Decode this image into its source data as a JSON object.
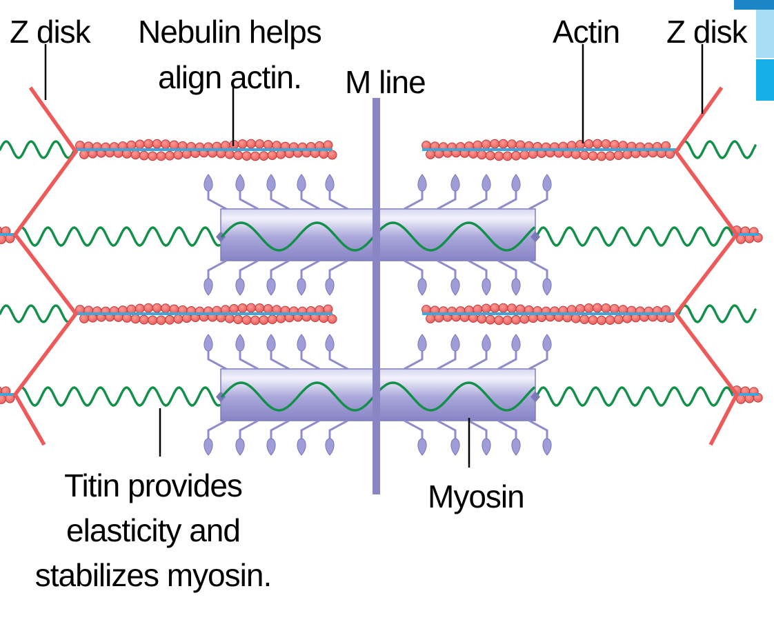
{
  "labels": {
    "z_disk_left": "Z disk",
    "nebulin_line1": "Nebulin helps",
    "nebulin_line2": "align actin.",
    "m_line": "M line",
    "actin": "Actin",
    "z_disk_right": "Z disk",
    "titin_line1": "Titin provides",
    "titin_line2": "elasticity and",
    "titin_line3": "stabilizes myosin.",
    "myosin": "Myosin"
  },
  "colors": {
    "z_disk": "#ee5a5a",
    "actin_bead_fill": "#f06a68",
    "actin_bead_stroke": "#b83a3a",
    "nebulin": "#3da7dc",
    "titin": "#12904a",
    "myosin": "#8f8ccc",
    "m_line": "#8a86c4",
    "leader_line": "#000000",
    "corner_dark": "#1a86c8",
    "corner_light": "#a9dcf5",
    "corner_mid": "#16aee6"
  }
}
